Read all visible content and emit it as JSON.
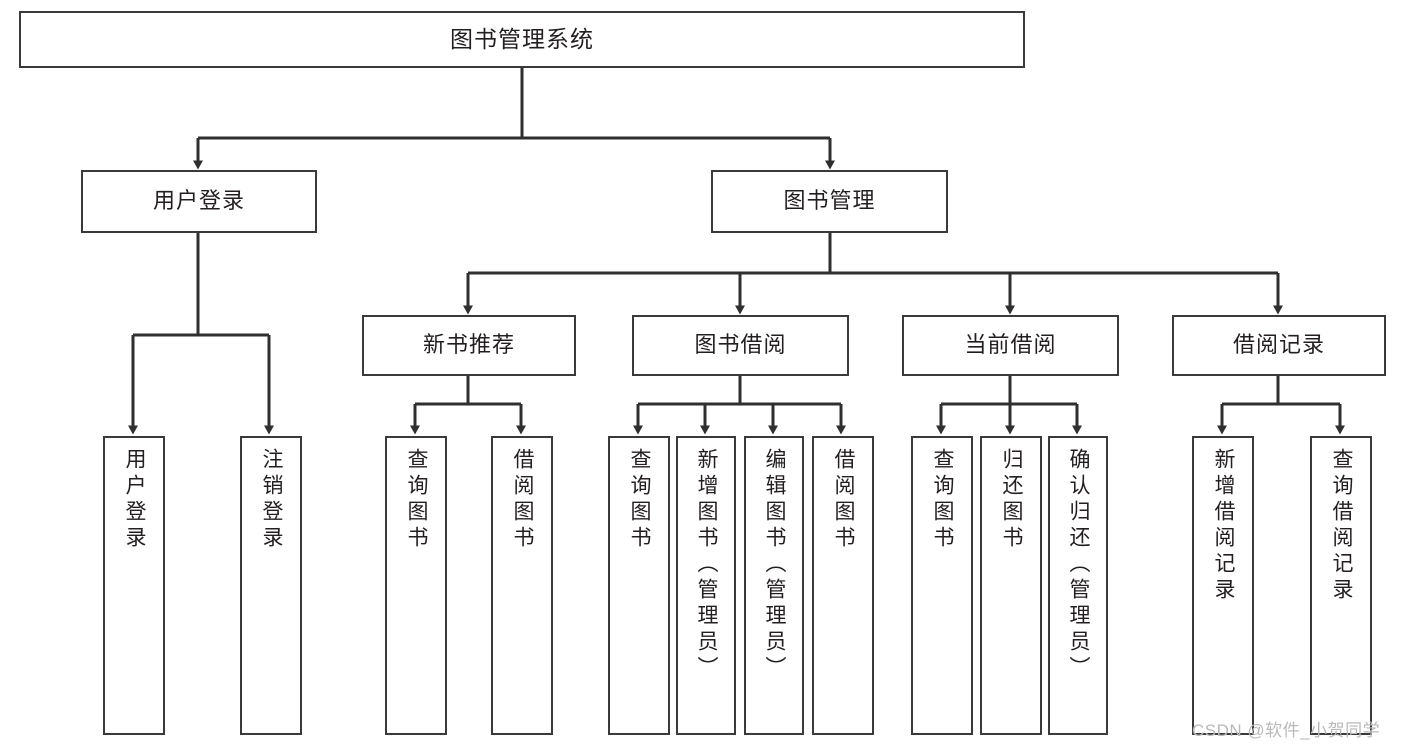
{
  "diagram": {
    "title": "图书管理系统",
    "type": "hierarchy-tree",
    "root": {
      "id": "root",
      "label": "图书管理系统"
    },
    "level2": [
      {
        "id": "user-login",
        "label": "用户登录"
      },
      {
        "id": "book-manage",
        "label": "图书管理"
      }
    ],
    "level3": [
      {
        "id": "new-book-rec",
        "label": "新书推荐",
        "parent": "book-manage"
      },
      {
        "id": "book-borrow",
        "label": "图书借阅",
        "parent": "book-manage"
      },
      {
        "id": "current-borrow",
        "label": "当前借阅",
        "parent": "book-manage"
      },
      {
        "id": "borrow-record",
        "label": "借阅记录",
        "parent": "book-manage"
      }
    ],
    "leaves": [
      {
        "id": "leaf-user-login",
        "label": "用户登录",
        "parent": "user-login"
      },
      {
        "id": "leaf-user-logout",
        "label": "注销登录",
        "parent": "user-login"
      },
      {
        "id": "leaf-query-book-1",
        "label": "查询图书",
        "parent": "new-book-rec"
      },
      {
        "id": "leaf-borrow-book-1",
        "label": "借阅图书",
        "parent": "new-book-rec"
      },
      {
        "id": "leaf-query-book-2",
        "label": "查询图书",
        "parent": "book-borrow"
      },
      {
        "id": "leaf-add-book",
        "label": "新增图书（管理员）",
        "parent": "book-borrow"
      },
      {
        "id": "leaf-edit-book",
        "label": "编辑图书（管理员）",
        "parent": "book-borrow"
      },
      {
        "id": "leaf-borrow-book-2",
        "label": "借阅图书",
        "parent": "book-borrow"
      },
      {
        "id": "leaf-query-book-3",
        "label": "查询图书",
        "parent": "current-borrow"
      },
      {
        "id": "leaf-return-book",
        "label": "归还图书",
        "parent": "current-borrow"
      },
      {
        "id": "leaf-confirm-return",
        "label": "确认归还（管理员）",
        "parent": "current-borrow"
      },
      {
        "id": "leaf-add-record",
        "label": "新增借阅记录",
        "parent": "borrow-record"
      },
      {
        "id": "leaf-query-record",
        "label": "查询借阅记录",
        "parent": "borrow-record"
      }
    ],
    "watermark": "CSDN @软件_小贺同学",
    "colors": {
      "stroke": "#3a3a3a",
      "text": "#231f20",
      "background": "#ffffff",
      "watermark": "#b9b9b9"
    }
  }
}
